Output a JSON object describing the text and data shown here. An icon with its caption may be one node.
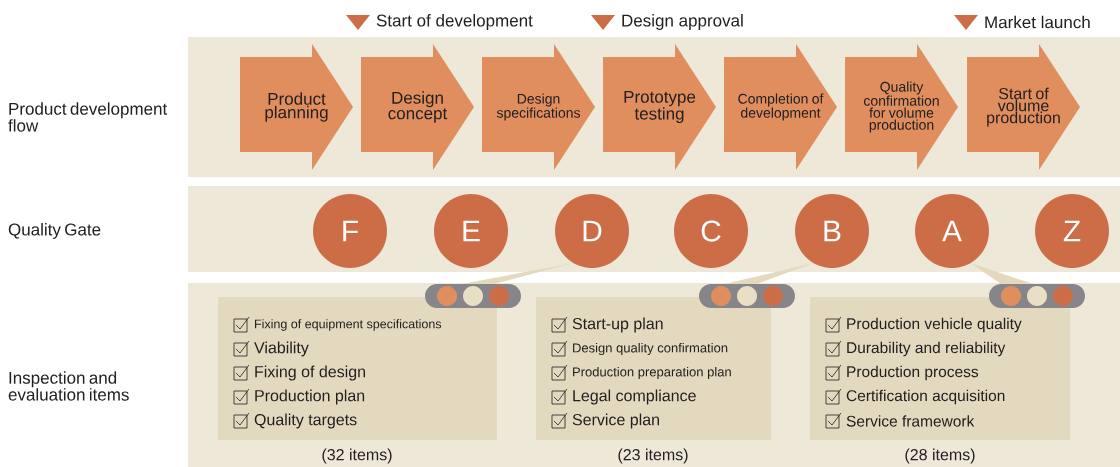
{
  "diagram": {
    "nodes": [
      {
        "text": [],
        "shape": "band"
      },
      {
        "text": [
          "Product planning"
        ],
        "in": 0
      },
      {
        "text": [
          "Design concept"
        ],
        "in": 0
      },
      {
        "text": [
          "Design specifications"
        ],
        "in": 0
      },
      {
        "text": [
          "Prototype testing"
        ],
        "in": 0
      },
      {
        "text": [
          "Completion of development"
        ],
        "in": 0
      },
      {
        "text": [
          "Quality confirmation for volume production"
        ],
        "in": 0
      },
      {
        "text": [
          "Start of volume production"
        ],
        "in": 0
      },
      {
        "text": [],
        "shape": "band"
      },
      {
        "text": [
          "F"
        ],
        "in": 8
      },
      {
        "text": [
          "E"
        ],
        "in": 8
      },
      {
        "text": [
          "D"
        ],
        "in": 8
      },
      {
        "text": [
          "C"
        ],
        "in": 8
      },
      {
        "text": [
          "B"
        ],
        "in": 8
      },
      {
        "text": [
          "A"
        ],
        "in": 8
      },
      {
        "text": [
          "Z"
        ],
        "in": 8
      },
      {
        "text": [],
        "shape": "band"
      },
      {
        "text": [
          "Fixing of equipment specifications",
          "Viability",
          "Fixing of design",
          "Production plan",
          "Quality targets"
        ],
        "in": 16,
        "beside": [
          "(32 items)"
        ]
      },
      {
        "text": [
          "Start-up plan",
          "Design quality confirmation",
          "Production preparation plan",
          "Legal compliance",
          "Service plan"
        ],
        "in": 16,
        "beside": [
          "(23 items)"
        ]
      },
      {
        "text": [
          "Production vehicle quality",
          "Durability and reliability",
          "Production process",
          "Certification acquisition",
          "Service framework"
        ],
        "in": 16,
        "beside": [
          "(28 items)"
        ]
      }
    ],
    "edges": [
      {
        "from": 11,
        "to": 17,
        "arrow": "none"
      },
      {
        "from": 13,
        "to": 18,
        "arrow": "none"
      },
      {
        "from": 14,
        "to": 19,
        "arrow": "none"
      }
    ],
    "labels": [
      "Start of development",
      "Design approval",
      "Market launch",
      "Product development flow",
      "Quality Gate",
      "Inspection and evaluation items"
    ]
  }
}
